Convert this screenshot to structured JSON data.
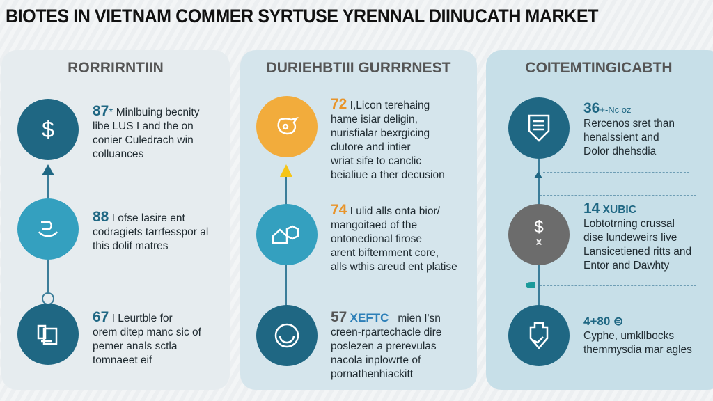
{
  "title": "BIOTES IN VIETNAM  COMMER  SYRTUSE  YRENNAL DIINUCATH MARKET",
  "colors": {
    "dark_teal": "#1f6783",
    "teal": "#34a0bf",
    "orange": "#f2ac3c",
    "gray": "#6c6c6c",
    "number_teal": "#1f6783",
    "number_orange": "#e8942a"
  },
  "panels": [
    {
      "title": "RORRIRNTIIN",
      "items": [
        {
          "icon": "dollar-icon",
          "number": "87",
          "suffix": "*",
          "text": "Minlbuing becnity\nlibe LUS I and the on\nconier Culedrach win\ncolluances"
        },
        {
          "icon": "hand-care-icon",
          "number": "88",
          "suffix": "",
          "text": "I ofse lasire ent\ncodragiets tarrfesspor al\nthis dolif matres"
        },
        {
          "icon": "document-icon",
          "number": "67",
          "suffix": "",
          "text": "I Leurtble for\norem ditep manc sic of\npemer anals sctla\ntomnaeet eif"
        }
      ]
    },
    {
      "title": "DURIEHBTIII GURRRNEST",
      "items": [
        {
          "icon": "pig-icon",
          "number": "72",
          "suffix": "",
          "text": "I,Licon terehaing\nhame isiar deligin,\nnurisfialar bexrgicing\nclutore and intier\nwriat sife to canclic\nbeialiue a ther decusion"
        },
        {
          "icon": "house-hexagon-icon",
          "number": "74",
          "suffix": "",
          "text": "I ulid alls onta bior/\nmangoitaed of the\nontonedional firose\narent biftemment core,\nalls wthis areud ent platise"
        },
        {
          "icon": "face-icon",
          "number": "57",
          "suffix": "XEFTC",
          "text": "mien I'sn\ncreen-rpartechacle dire\nposlezen a prerevulas\nnacola inplowrte of\npornathenhiackitt"
        }
      ]
    },
    {
      "title": "COITEMTINGICABTH",
      "items": [
        {
          "icon": "shield-list-icon",
          "number": "36",
          "suffix": "+-Nc oz",
          "text": "Rercenos sret than\nhenalssient and\nDolor dhehsdia"
        },
        {
          "icon": "dollar-upload-icon",
          "number": "14",
          "suffix": "XUBIC",
          "text": "Lobtotrning crussal\ndise lundeweirs live\nLansicetiened ritts and\nEntor and Dawhty"
        },
        {
          "icon": "shield-hand-icon",
          "number": "4",
          "suffix": "+80 ⊜",
          "text": "Cyphe, umkllbocks\nthemmysdia mar agles"
        }
      ]
    }
  ]
}
